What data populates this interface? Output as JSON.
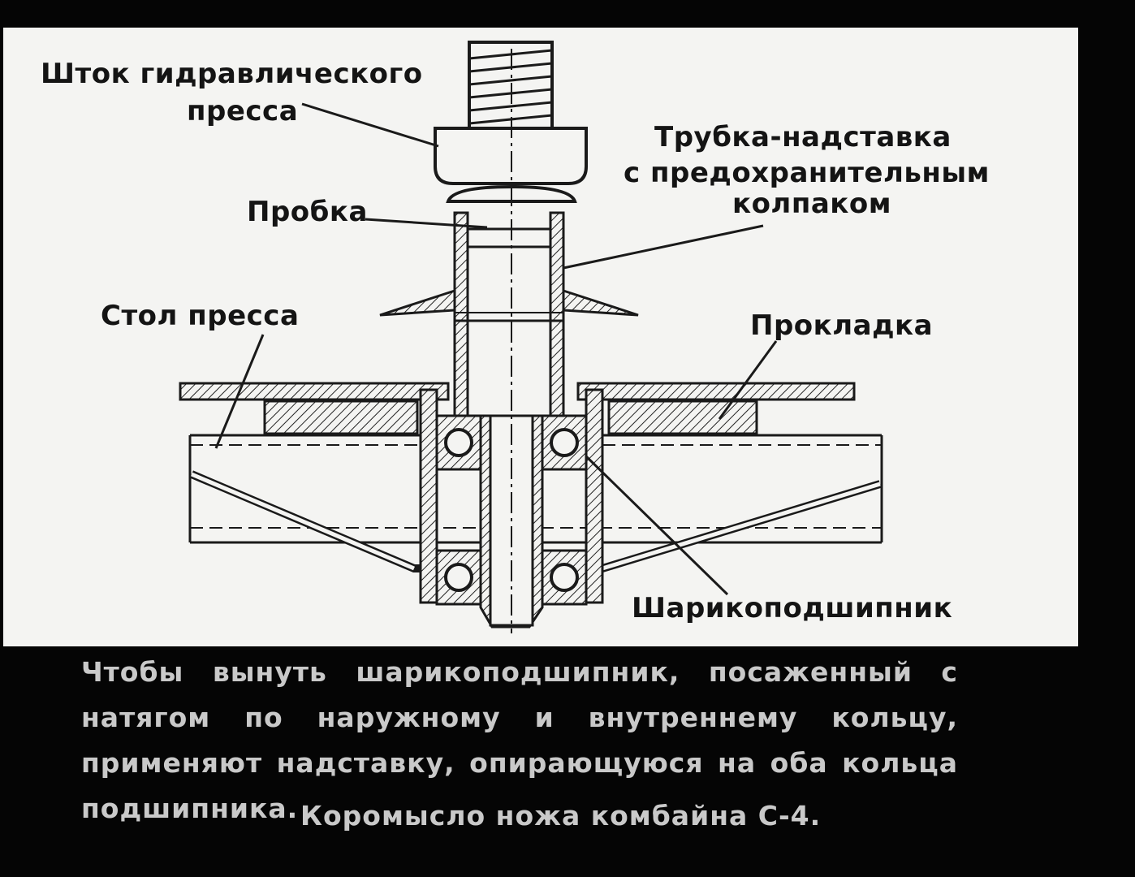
{
  "labels": {
    "rod_line1": "Шток гидравлического",
    "rod_line2": "пресса",
    "tube_line1": "Трубка-надставка",
    "tube_line2": "с предохранительным",
    "tube_line3": "колпаком",
    "plug": "Пробка",
    "table": "Стол пресса",
    "gasket": "Прокладка",
    "bearing": "Шарикоподшипник"
  },
  "caption": {
    "text": "Чтобы вынуть шарикоподшипник, посаженный с натягом по наружному и внутреннему кольцу, применяют надставку, опирающуюся на оба кольца подшипника.",
    "subtitle": "Коромысло ножа комбайна С-4."
  }
}
